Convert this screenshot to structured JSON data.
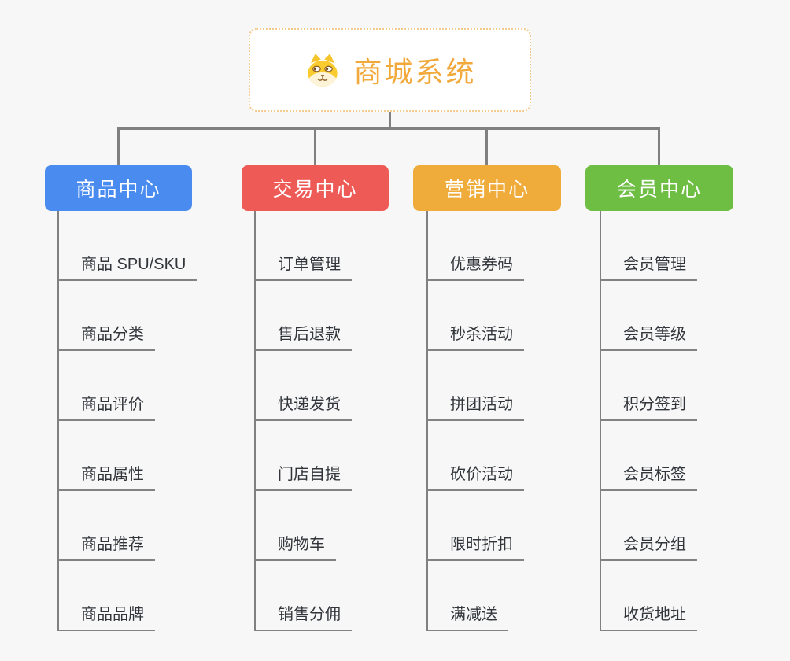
{
  "root": {
    "title": "商城系统",
    "icon": "shiba-dog-icon",
    "title_color": "#f2a93c",
    "border_color": "#f3c98c"
  },
  "connector_color": "#808080",
  "branches": [
    {
      "label": "商品中心",
      "color": "#4a8bf0",
      "children": [
        "商品 SPU/SKU",
        "商品分类",
        "商品评价",
        "商品属性",
        "商品推荐",
        "商品品牌"
      ]
    },
    {
      "label": "交易中心",
      "color": "#ee5b56",
      "children": [
        "订单管理",
        "售后退款",
        "快递发货",
        "门店自提",
        "购物车",
        "销售分佣"
      ]
    },
    {
      "label": "营销中心",
      "color": "#efac3b",
      "children": [
        "优惠券码",
        "秒杀活动",
        "拼团活动",
        "砍价活动",
        "限时折扣",
        "满减送"
      ]
    },
    {
      "label": "会员中心",
      "color": "#6ebe44",
      "children": [
        "会员管理",
        "会员等级",
        "积分签到",
        "会员标签",
        "会员分组",
        "收货地址"
      ]
    }
  ]
}
